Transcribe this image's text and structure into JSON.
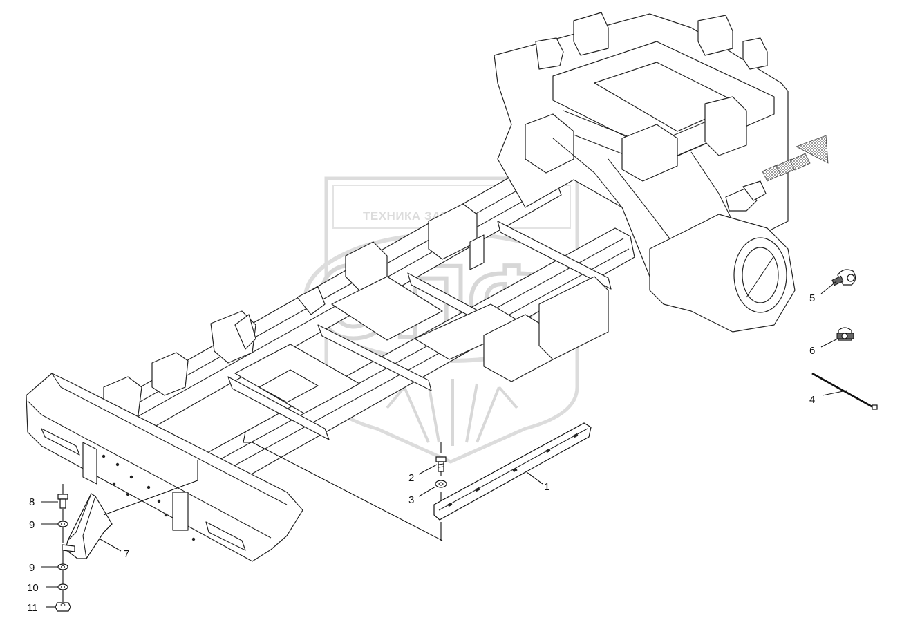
{
  "watermark": {
    "company_text": "ТЕХНИКА   ЗАПЧАСТИ",
    "logo_letters": "ЭПФ",
    "color": "#d6d6d6"
  },
  "direction_arrow": {
    "color": "#888888"
  },
  "callouts": [
    {
      "id": "1",
      "label": "1"
    },
    {
      "id": "2",
      "label": "2"
    },
    {
      "id": "3",
      "label": "3"
    },
    {
      "id": "4",
      "label": "4"
    },
    {
      "id": "5",
      "label": "5"
    },
    {
      "id": "6",
      "label": "6"
    },
    {
      "id": "7",
      "label": "7"
    },
    {
      "id": "8",
      "label": "8"
    },
    {
      "id": "9a",
      "label": "9"
    },
    {
      "id": "9b",
      "label": "9"
    },
    {
      "id": "10",
      "label": "10"
    },
    {
      "id": "11",
      "label": "11"
    }
  ]
}
